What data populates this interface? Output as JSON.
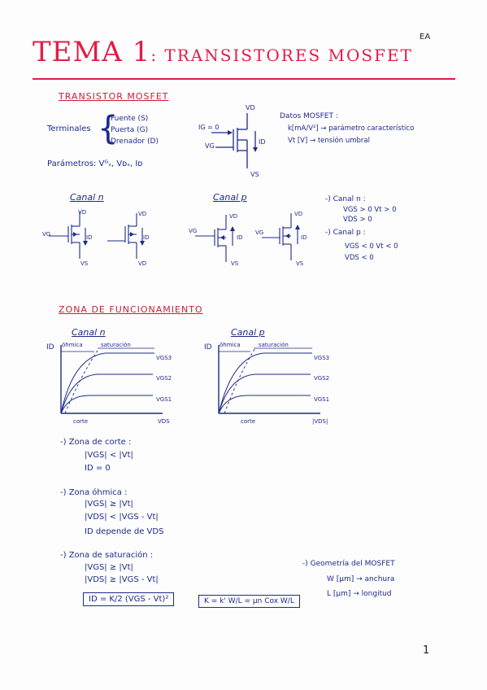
{
  "header": {
    "title_big": "TEMA 1",
    "title_rest": ": TRANSISTORES MOSFET",
    "initials": "EA"
  },
  "sec1": {
    "heading": "TRANSISTOR MOSFET",
    "terminales_label": "Terminales",
    "terminals": [
      "Fuente (S)",
      "Puerta (G)",
      "Drenador (D)"
    ],
    "parametros": "Parámetros: Vᴳₛ, Vᴅₛ, Iᴅ",
    "symbol": {
      "vd": "VD",
      "ig": "IG = 0",
      "vg": "VG",
      "id": "ID",
      "vs": "VS"
    },
    "datos_title": "Datos MOSFET :",
    "datos": [
      "k[mA/V²] → parámetro característico",
      "Vt [V] → tensión umbral"
    ]
  },
  "channels": {
    "canal_n": "Canal n",
    "canal_p": "Canal p",
    "labels": {
      "vd": "VD",
      "vg": "VG",
      "id": "ID",
      "vs": "VS"
    },
    "notes_n_title": "-) Canal n :",
    "notes_n": [
      "VGS > 0   Vt > 0",
      "VDS > 0"
    ],
    "notes_p_title": "-) Canal p :",
    "notes_p": [
      "VGS < 0   Vt < 0",
      "VDS < 0"
    ]
  },
  "zona": {
    "heading": "ZONA DE FUNCIONAMIENTO",
    "graph_n": {
      "title": "Canal n",
      "yl": "ID",
      "ohm": "óhmica",
      "sat": "saturación",
      "c3": "VGS3",
      "c2": "VGS2",
      "c1": "VGS1",
      "corte": "corte",
      "xl": "VDS"
    },
    "graph_p": {
      "title": "Canal p",
      "yl": "ID",
      "ohm": "óhmica",
      "sat": "saturación",
      "c3": "VGS3",
      "c2": "VGS2",
      "c1": "VGS1",
      "corte": "corte",
      "xl": "|VDS|"
    }
  },
  "zonas": {
    "corte_title": "-) Zona de corte :",
    "corte": [
      "|VGS| < |Vt|",
      "ID = 0"
    ],
    "ohm_title": "-) Zona óhmica :",
    "ohm": [
      "|VGS| ≥ |Vt|",
      "|VDS| < |VGS - Vt|",
      "ID depende de VDS"
    ],
    "sat_title": "-) Zona de saturación :",
    "sat": [
      "|VGS| ≥ |Vt|",
      "|VDS| ≥ |VGS - Vt|"
    ],
    "formula_id": "ID = K/2 (VGS - Vt)²",
    "formula_k": "K = k' W/L = μn Cox W/L"
  },
  "geometria": {
    "title": "-) Geometría del MOSFET",
    "lines": [
      "W [μm] → anchura",
      "L [μm] → longitud"
    ]
  },
  "page": {
    "number": "1"
  }
}
